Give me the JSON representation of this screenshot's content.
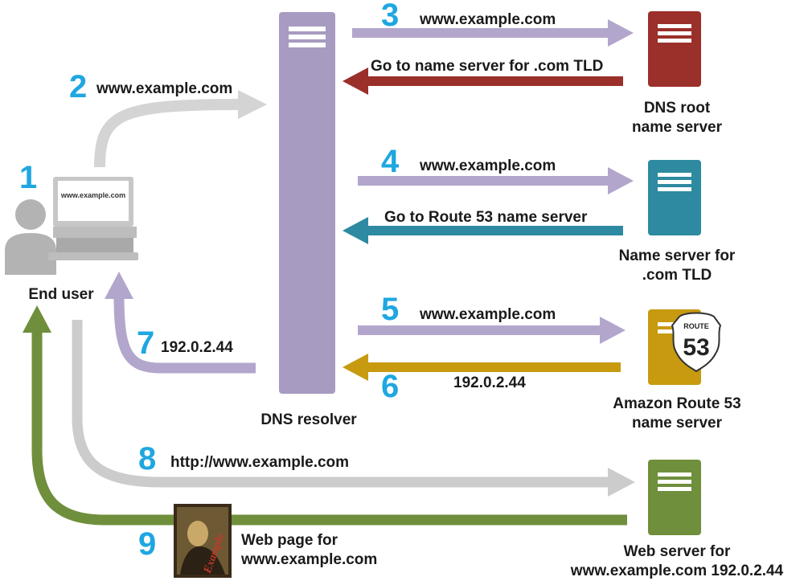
{
  "colors": {
    "step_number": "#1ea7e1",
    "resolver": "#a79bc2",
    "query_arrow": "#b3a6cc",
    "root_server": "#9b2f2a",
    "tld_server": "#2d8aa0",
    "route53_server": "#c89a10",
    "web_server": "#6f8f3c",
    "gray_arrow": "#cccccc",
    "user": "#b3b3b3"
  },
  "nodes": {
    "end_user": {
      "label": "End user",
      "screen_text": "www.example.com",
      "icon": "person-at-computer-icon"
    },
    "resolver": {
      "label": "DNS resolver",
      "icon": "server-tower-icon"
    },
    "root": {
      "line1": "DNS root",
      "line2": "name server",
      "icon": "server-icon"
    },
    "tld": {
      "line1": "Name server for",
      "line2": ".com TLD",
      "icon": "server-icon"
    },
    "route53": {
      "line1": "Amazon Route 53",
      "line2": "name server",
      "icon": "server-icon",
      "badge_top": "ROUTE",
      "badge_num": "53"
    },
    "web": {
      "line1": "Web server for",
      "line2": "www.example.com 192.0.2.44",
      "icon": "server-icon"
    }
  },
  "steps": [
    {
      "num": "1",
      "text": ""
    },
    {
      "num": "2",
      "text": "www.example.com"
    },
    {
      "num": "3",
      "text": "www.example.com"
    },
    {
      "num": "",
      "text": "Go to name server for .com TLD"
    },
    {
      "num": "4",
      "text": "www.example.com"
    },
    {
      "num": "",
      "text": "Go to Route 53 name server"
    },
    {
      "num": "5",
      "text": "www.example.com"
    },
    {
      "num": "6",
      "text": "192.0.2.44"
    },
    {
      "num": "7",
      "text": "192.0.2.44"
    },
    {
      "num": "8",
      "text": "http://www.example.com"
    },
    {
      "num": "9",
      "text": ""
    }
  ],
  "webpage": {
    "line1": "Web page for",
    "line2": "www.example.com",
    "picture_text": "Example"
  }
}
